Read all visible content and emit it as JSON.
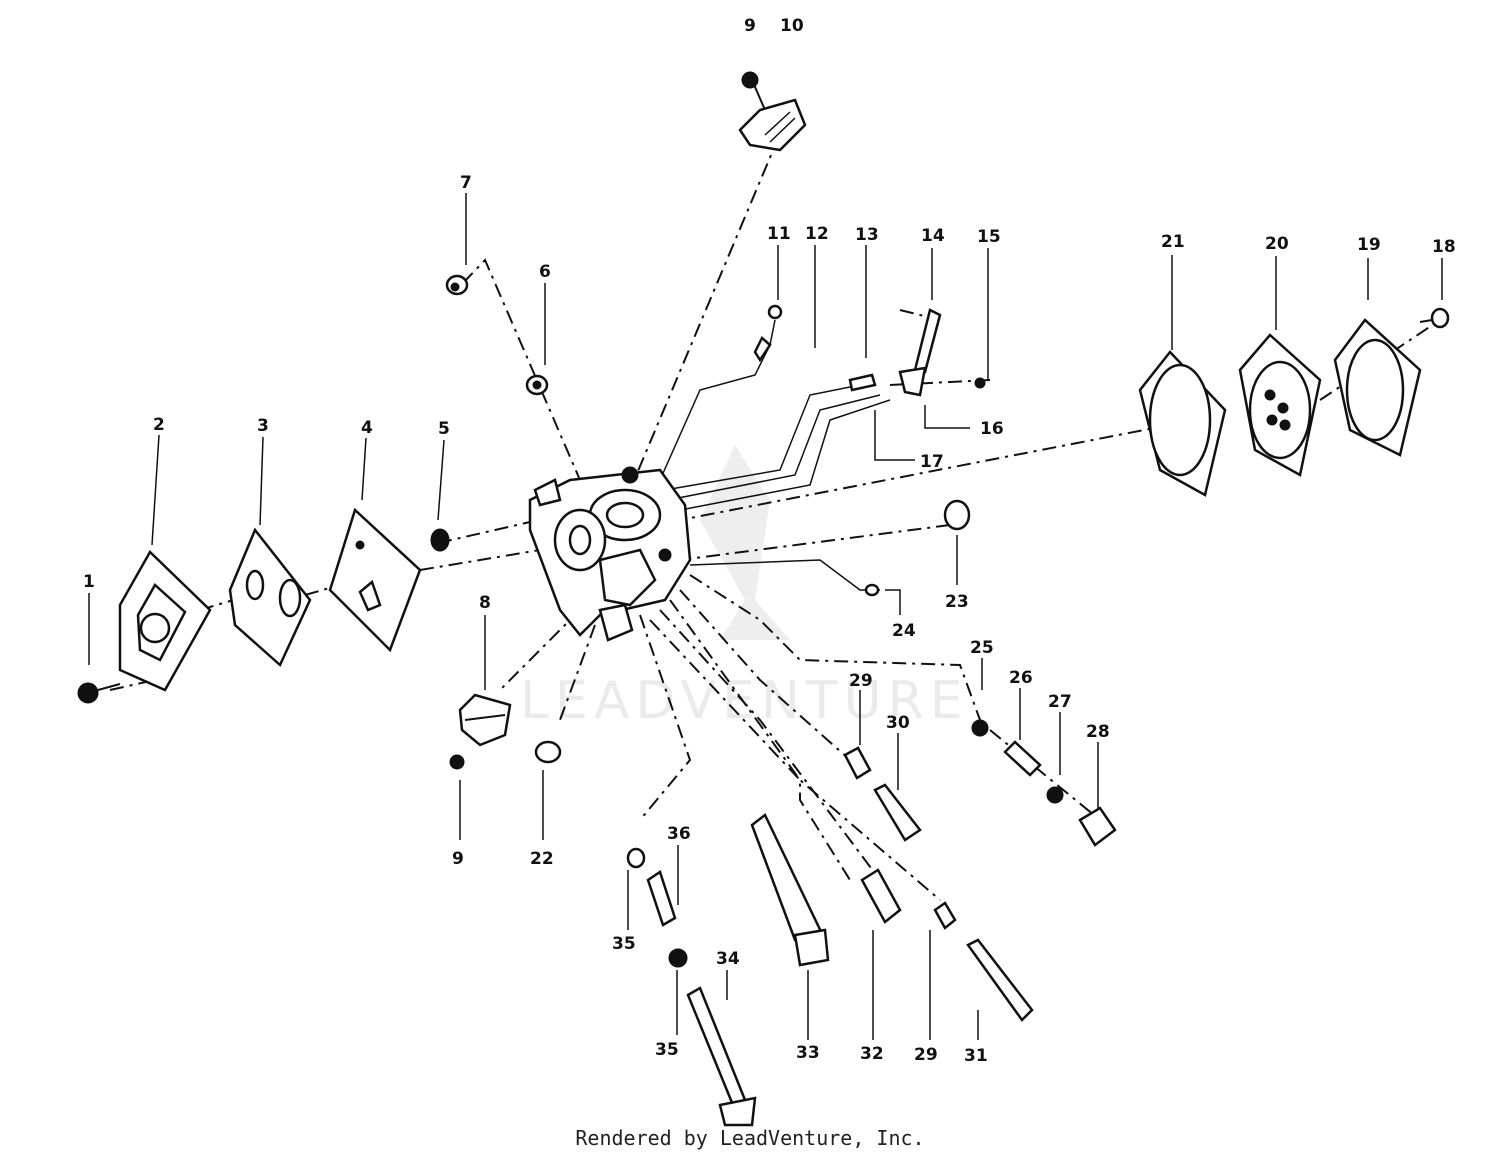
{
  "watermark": "LEADVENTURE",
  "footer": "Rendered by LeadVenture, Inc.",
  "callouts": [
    "1",
    "2",
    "3",
    "4",
    "5",
    "6",
    "7",
    "8",
    "9",
    "10",
    "11",
    "12",
    "13",
    "14",
    "15",
    "16",
    "17",
    "18",
    "19",
    "20",
    "21",
    "22",
    "23",
    "24",
    "25",
    "26",
    "27",
    "28",
    "29",
    "30",
    "31",
    "32",
    "33",
    "34",
    "35",
    "36",
    "9",
    "29",
    "35"
  ]
}
